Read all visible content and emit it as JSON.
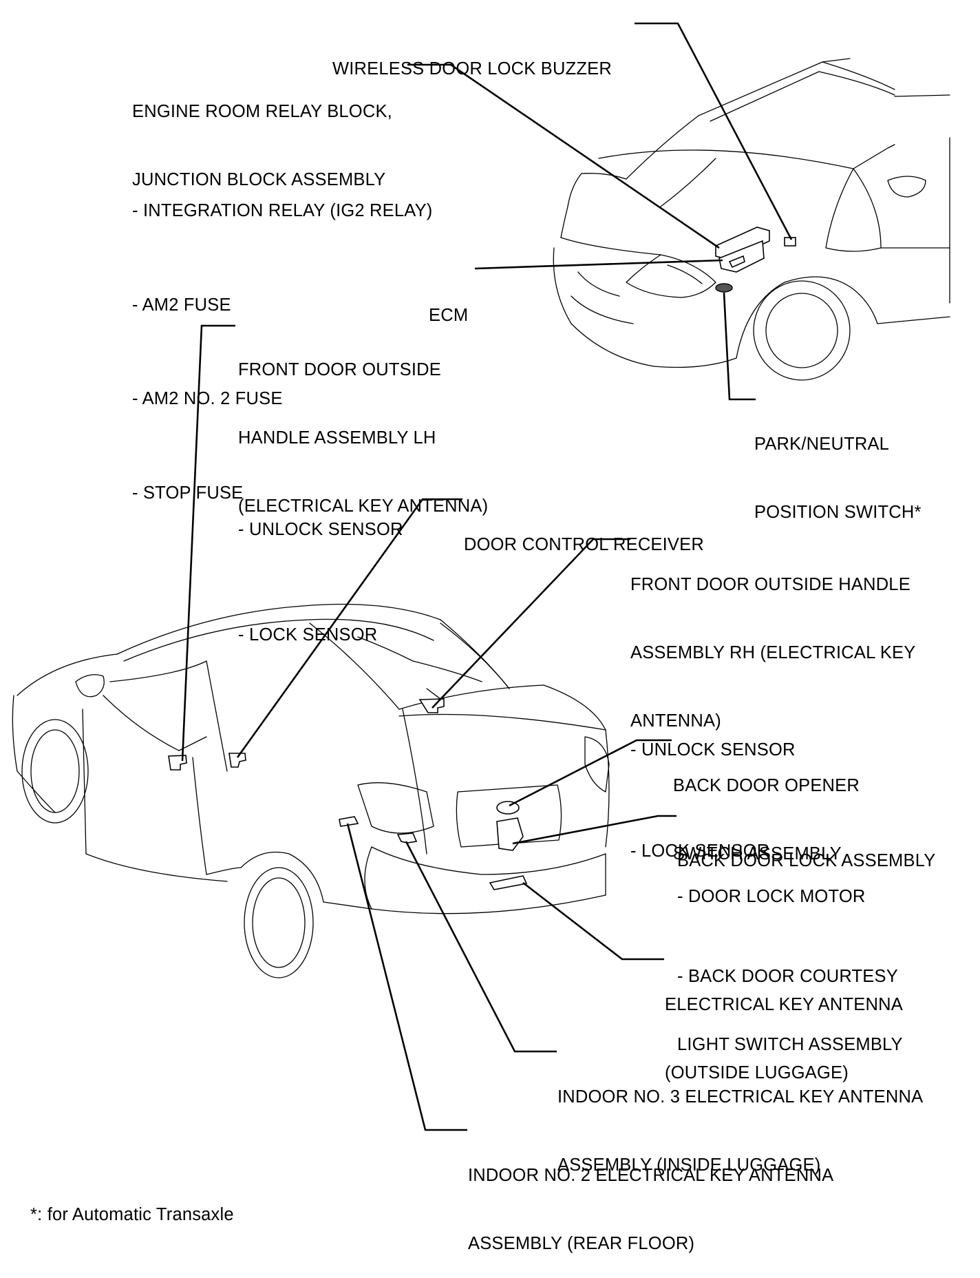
{
  "labels": {
    "wireless_buzzer": [
      "WIRELESS DOOR LOCK BUZZER"
    ],
    "engine_room_relay": [
      "ENGINE ROOM RELAY BLOCK,",
      "JUNCTION BLOCK ASSEMBLY"
    ],
    "engine_room_items": [
      "- INTEGRATION RELAY (IG2 RELAY)",
      "- AM2 FUSE",
      "- AM2 NO. 2 FUSE",
      "- STOP FUSE"
    ],
    "ecm": [
      "ECM"
    ],
    "front_door_lh": [
      "FRONT DOOR OUTSIDE",
      "HANDLE ASSEMBLY LH",
      "(ELECTRICAL KEY ANTENNA)"
    ],
    "front_door_lh_items": [
      "- UNLOCK SENSOR",
      "- LOCK SENSOR"
    ],
    "park_neutral": [
      "PARK/NEUTRAL",
      "POSITION SWITCH*"
    ],
    "door_control_receiver": [
      "DOOR CONTROL RECEIVER"
    ],
    "front_door_rh": [
      "FRONT DOOR OUTSIDE HANDLE",
      "ASSEMBLY RH (ELECTRICAL KEY",
      "ANTENNA)"
    ],
    "front_door_rh_items": [
      "- UNLOCK SENSOR",
      "- LOCK SENSOR"
    ],
    "back_door_opener": [
      "BACK DOOR OPENER",
      "SWITCH ASSEMBLY"
    ],
    "back_door_lock": [
      "BACK DOOR LOCK ASSEMBLY"
    ],
    "back_door_lock_items": [
      "- DOOR LOCK MOTOR",
      "- BACK DOOR COURTESY",
      "LIGHT SWITCH ASSEMBLY"
    ],
    "outside_luggage": [
      "ELECTRICAL KEY ANTENNA",
      "(OUTSIDE LUGGAGE)"
    ],
    "indoor_no3": [
      "INDOOR NO. 3 ELECTRICAL KEY ANTENNA",
      "ASSEMBLY (INSIDE LUGGAGE)"
    ],
    "indoor_no2": [
      "INDOOR NO. 2 ELECTRICAL KEY ANTENNA",
      "ASSEMBLY (REAR FLOOR)"
    ],
    "footnote": [
      "*: for Automatic Transaxle"
    ]
  }
}
